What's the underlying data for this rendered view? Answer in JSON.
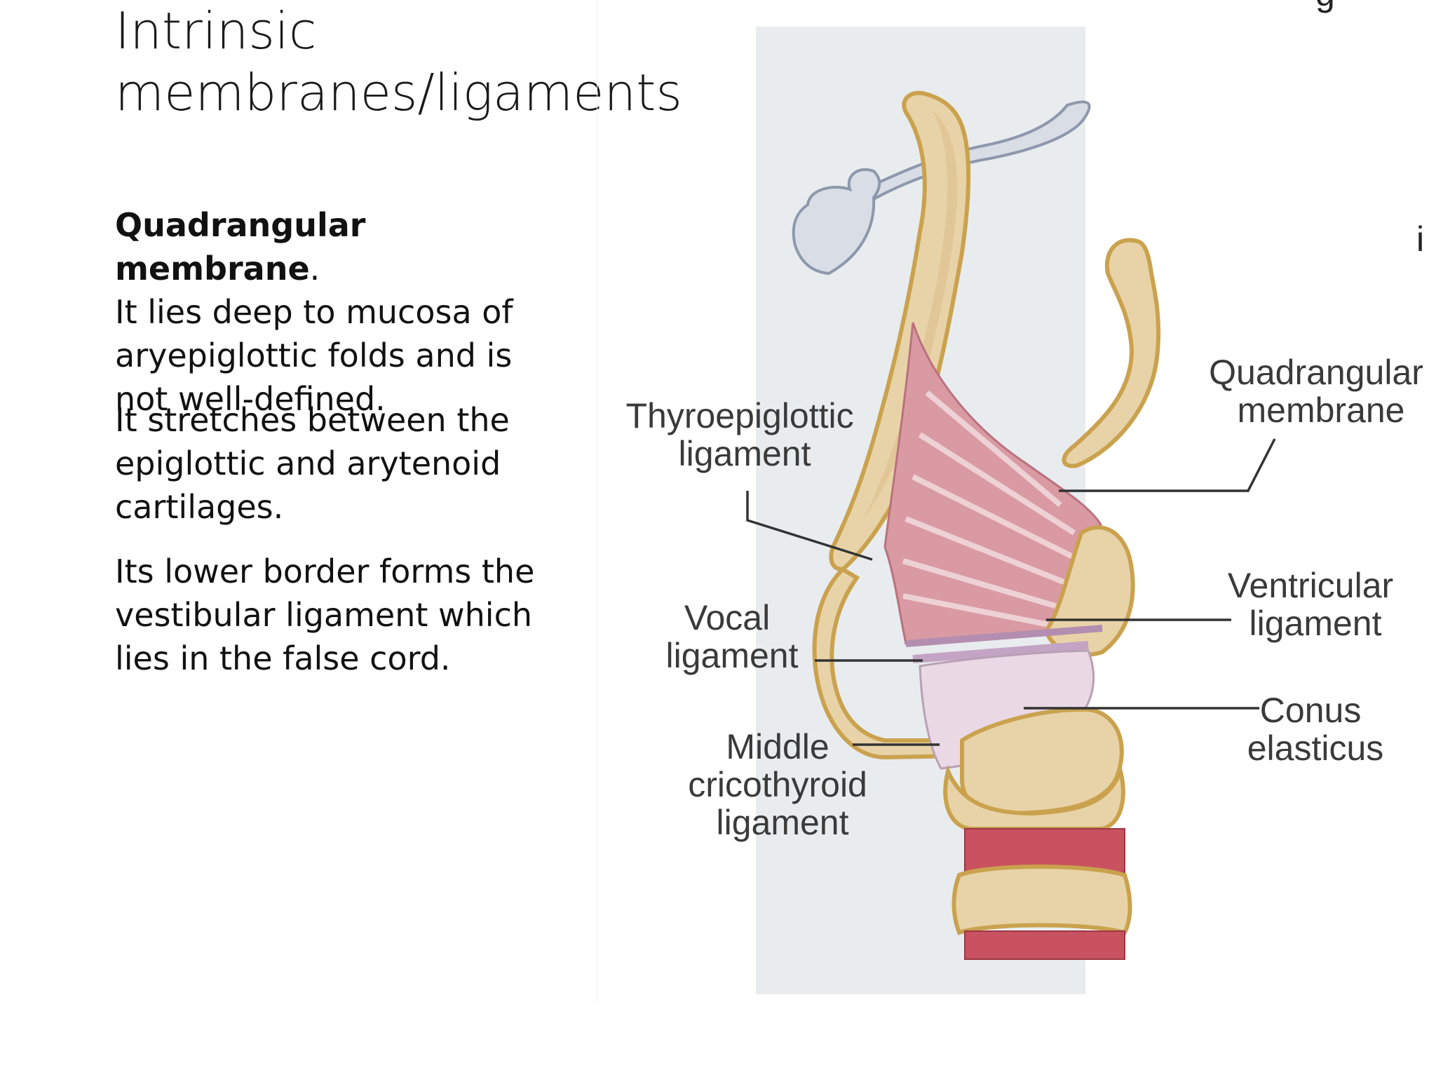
{
  "slide": {
    "title": "Intrinsic membranes/ligaments",
    "paragraphs": [
      {
        "bold": "Quadrangular membrane",
        "after_bold": ".",
        "text": "It lies deep to mucosa of aryepiglottic folds and is not well-defined."
      },
      {
        "text": "It stretches between the epiglottic and arytenoid cartilages."
      },
      {
        "text": "Its lower border forms the vestibular ligament which lies in the false cord."
      }
    ]
  },
  "figure": {
    "labels": {
      "thyroepiglottic": [
        "Thyroepiglottic",
        "ligament"
      ],
      "quadrangular": [
        "Quadrangular",
        "membrane"
      ],
      "ventricular": [
        "Ventricular",
        "ligament"
      ],
      "vocal": [
        "Vocal",
        "ligament"
      ],
      "conus": [
        "Conus",
        "elasticus"
      ],
      "middle_cricothyroid": [
        "Middle",
        "cricothyroid",
        "ligament"
      ]
    },
    "clipped_letters": {
      "top": "g",
      "side": "i"
    },
    "colors": {
      "background_panel": "#e8ecef",
      "cartilage": "#e8d3a8",
      "cartilage_outline": "#caa24e",
      "membrane": "#d99aa3",
      "hyoid": "#d8dde6",
      "trachea_muscle": "#c8525f"
    }
  }
}
